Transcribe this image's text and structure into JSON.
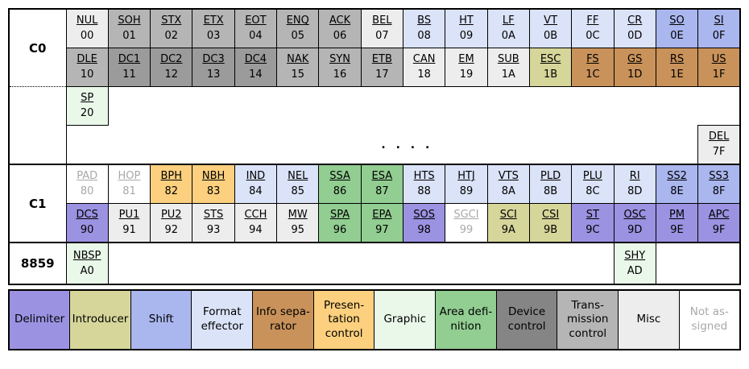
{
  "colors": {
    "misc": "#ededed",
    "transmission": "#b5b5b5",
    "device": "#9b9b9b",
    "format": "#dbe3f8",
    "shift": "#aab6ee",
    "introducer": "#d6d69b",
    "infosep": "#c9925a",
    "graphic": "#e9f8e9",
    "area": "#92cd92",
    "presentation": "#fcd07e",
    "delimiter": "#9c92e2",
    "notassigned": "#ffffff"
  },
  "c0": {
    "label": "C0",
    "rows": [
      [
        {
          "m": "NUL",
          "x": "00",
          "c": "misc"
        },
        {
          "m": "SOH",
          "x": "01",
          "c": "transmission"
        },
        {
          "m": "STX",
          "x": "02",
          "c": "transmission"
        },
        {
          "m": "ETX",
          "x": "03",
          "c": "transmission"
        },
        {
          "m": "EOT",
          "x": "04",
          "c": "transmission"
        },
        {
          "m": "ENQ",
          "x": "05",
          "c": "transmission"
        },
        {
          "m": "ACK",
          "x": "06",
          "c": "transmission"
        },
        {
          "m": "BEL",
          "x": "07",
          "c": "misc"
        },
        {
          "m": "BS",
          "x": "08",
          "c": "format"
        },
        {
          "m": "HT",
          "x": "09",
          "c": "format"
        },
        {
          "m": "LF",
          "x": "0A",
          "c": "format"
        },
        {
          "m": "VT",
          "x": "0B",
          "c": "format"
        },
        {
          "m": "FF",
          "x": "0C",
          "c": "format"
        },
        {
          "m": "CR",
          "x": "0D",
          "c": "format"
        },
        {
          "m": "SO",
          "x": "0E",
          "c": "shift"
        },
        {
          "m": "SI",
          "x": "0F",
          "c": "shift"
        }
      ],
      [
        {
          "m": "DLE",
          "x": "10",
          "c": "transmission"
        },
        {
          "m": "DC1",
          "x": "11",
          "c": "device"
        },
        {
          "m": "DC2",
          "x": "12",
          "c": "device"
        },
        {
          "m": "DC3",
          "x": "13",
          "c": "device"
        },
        {
          "m": "DC4",
          "x": "14",
          "c": "device"
        },
        {
          "m": "NAK",
          "x": "15",
          "c": "transmission"
        },
        {
          "m": "SYN",
          "x": "16",
          "c": "transmission"
        },
        {
          "m": "ETB",
          "x": "17",
          "c": "transmission"
        },
        {
          "m": "CAN",
          "x": "18",
          "c": "misc"
        },
        {
          "m": "EM",
          "x": "19",
          "c": "misc"
        },
        {
          "m": "SUB",
          "x": "1A",
          "c": "misc"
        },
        {
          "m": "ESC",
          "x": "1B",
          "c": "introducer"
        },
        {
          "m": "FS",
          "x": "1C",
          "c": "infosep"
        },
        {
          "m": "GS",
          "x": "1D",
          "c": "infosep"
        },
        {
          "m": "RS",
          "x": "1E",
          "c": "infosep"
        },
        {
          "m": "US",
          "x": "1F",
          "c": "infosep"
        }
      ]
    ]
  },
  "sp_cell": {
    "m": "SP",
    "x": "20",
    "c": "graphic"
  },
  "del_cell": {
    "m": "DEL",
    "x": "7F",
    "c": "misc"
  },
  "dots": ". . . .",
  "c1": {
    "label": "C1",
    "rows": [
      [
        {
          "m": "PAD",
          "x": "80",
          "c": "notassigned"
        },
        {
          "m": "HOP",
          "x": "81",
          "c": "notassigned"
        },
        {
          "m": "BPH",
          "x": "82",
          "c": "presentation"
        },
        {
          "m": "NBH",
          "x": "83",
          "c": "presentation"
        },
        {
          "m": "IND",
          "x": "84",
          "c": "format"
        },
        {
          "m": "NEL",
          "x": "85",
          "c": "format"
        },
        {
          "m": "SSA",
          "x": "86",
          "c": "area"
        },
        {
          "m": "ESA",
          "x": "87",
          "c": "area"
        },
        {
          "m": "HTS",
          "x": "88",
          "c": "format"
        },
        {
          "m": "HTJ",
          "x": "89",
          "c": "format"
        },
        {
          "m": "VTS",
          "x": "8A",
          "c": "format"
        },
        {
          "m": "PLD",
          "x": "8B",
          "c": "format"
        },
        {
          "m": "PLU",
          "x": "8C",
          "c": "format"
        },
        {
          "m": "RI",
          "x": "8D",
          "c": "format"
        },
        {
          "m": "SS2",
          "x": "8E",
          "c": "shift"
        },
        {
          "m": "SS3",
          "x": "8F",
          "c": "shift"
        }
      ],
      [
        {
          "m": "DCS",
          "x": "90",
          "c": "delimiter"
        },
        {
          "m": "PU1",
          "x": "91",
          "c": "misc"
        },
        {
          "m": "PU2",
          "x": "92",
          "c": "misc"
        },
        {
          "m": "STS",
          "x": "93",
          "c": "misc"
        },
        {
          "m": "CCH",
          "x": "94",
          "c": "misc"
        },
        {
          "m": "MW",
          "x": "95",
          "c": "misc"
        },
        {
          "m": "SPA",
          "x": "96",
          "c": "area"
        },
        {
          "m": "EPA",
          "x": "97",
          "c": "area"
        },
        {
          "m": "SOS",
          "x": "98",
          "c": "delimiter"
        },
        {
          "m": "SGCI",
          "x": "99",
          "c": "notassigned"
        },
        {
          "m": "SCI",
          "x": "9A",
          "c": "introducer"
        },
        {
          "m": "CSI",
          "x": "9B",
          "c": "introducer"
        },
        {
          "m": "ST",
          "x": "9C",
          "c": "delimiter"
        },
        {
          "m": "OSC",
          "x": "9D",
          "c": "delimiter"
        },
        {
          "m": "PM",
          "x": "9E",
          "c": "delimiter"
        },
        {
          "m": "APC",
          "x": "9F",
          "c": "delimiter"
        }
      ]
    ]
  },
  "iso": {
    "label": "8859",
    "nbsp": {
      "m": "NBSP",
      "x": "A0",
      "c": "graphic"
    },
    "shy": {
      "m": "SHY",
      "x": "AD",
      "c": "graphic"
    }
  },
  "legend": [
    {
      "name": "delimiter",
      "label": "Delimiter",
      "color": "#9c92e2"
    },
    {
      "name": "introducer",
      "label": "Introducer",
      "color": "#d6d69b"
    },
    {
      "name": "shift",
      "label": "Shift",
      "color": "#aab6ee"
    },
    {
      "name": "format-effector",
      "label": "Format\neffector",
      "color": "#dbe3f8"
    },
    {
      "name": "info-separator",
      "label": "Info sepa-\nrator",
      "color": "#c9925a"
    },
    {
      "name": "presentation-control",
      "label": "Presen-\ntation\ncontrol",
      "color": "#fcd07e"
    },
    {
      "name": "graphic",
      "label": "Graphic",
      "color": "#e9f8e9"
    },
    {
      "name": "area-definition",
      "label": "Area defi-\nnition",
      "color": "#92cd92"
    },
    {
      "name": "device-control",
      "label": "Device\ncontrol",
      "color": "#858585"
    },
    {
      "name": "transmission-control",
      "label": "Trans-\nmission\ncontrol",
      "color": "#b5b5b5"
    },
    {
      "name": "misc",
      "label": "Misc",
      "color": "#ededed"
    },
    {
      "name": "not-assigned",
      "label": "Not as-\nsigned",
      "color": "#ffffff",
      "text_color": "#a8a8a8"
    }
  ]
}
